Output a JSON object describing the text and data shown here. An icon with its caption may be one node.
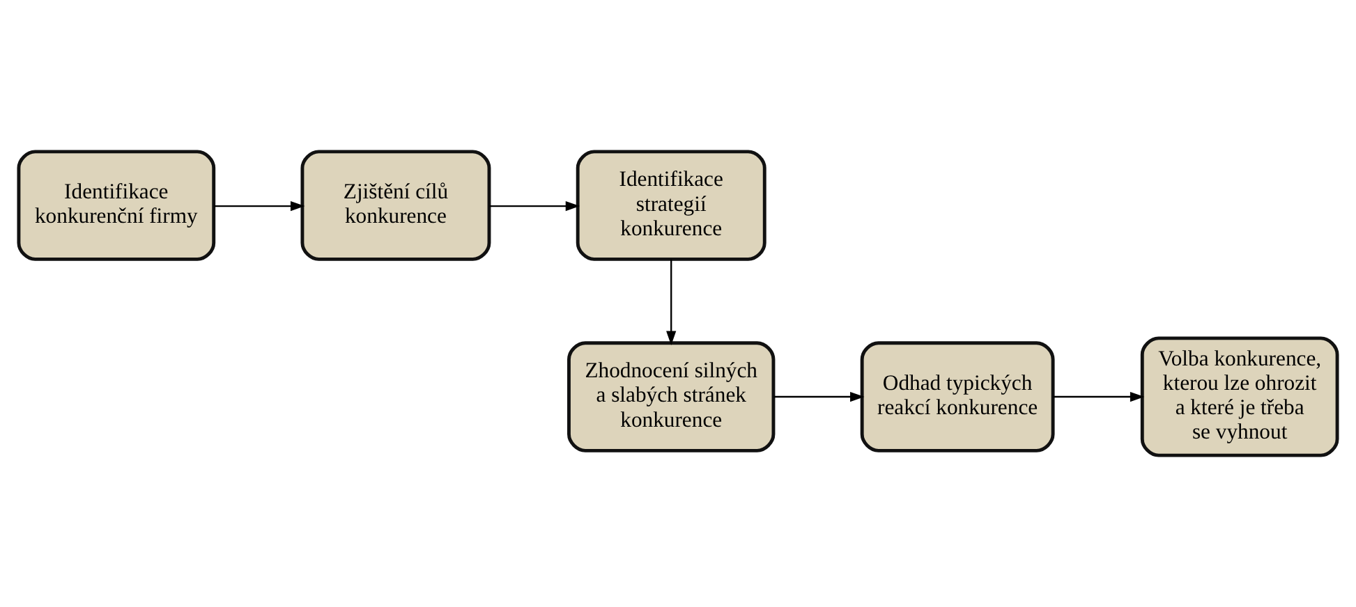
{
  "diagram": {
    "nodes": [
      {
        "text": [
          "Identifikace konkurenční firmy"
        ]
      },
      {
        "text": [
          "Zjištění cílů konkurence"
        ]
      },
      {
        "text": [
          "Identifikace strategií konkurence"
        ]
      },
      {
        "text": [
          "Zhodnocení silných a slabých stránek konkurence"
        ]
      },
      {
        "text": [
          "Odhad typických reakcí konkurence"
        ]
      },
      {
        "text": [
          "Volba konkurence, kterou lze ohrozit a které je třeba se vyhnout"
        ]
      }
    ],
    "edges": [
      {
        "from": 0,
        "to": 1,
        "arrow": "to"
      },
      {
        "from": 1,
        "to": 2,
        "arrow": "to"
      },
      {
        "from": 2,
        "to": 3,
        "arrow": "to"
      },
      {
        "from": 3,
        "to": 4,
        "arrow": "to"
      },
      {
        "from": 4,
        "to": 5,
        "arrow": "to"
      }
    ]
  }
}
